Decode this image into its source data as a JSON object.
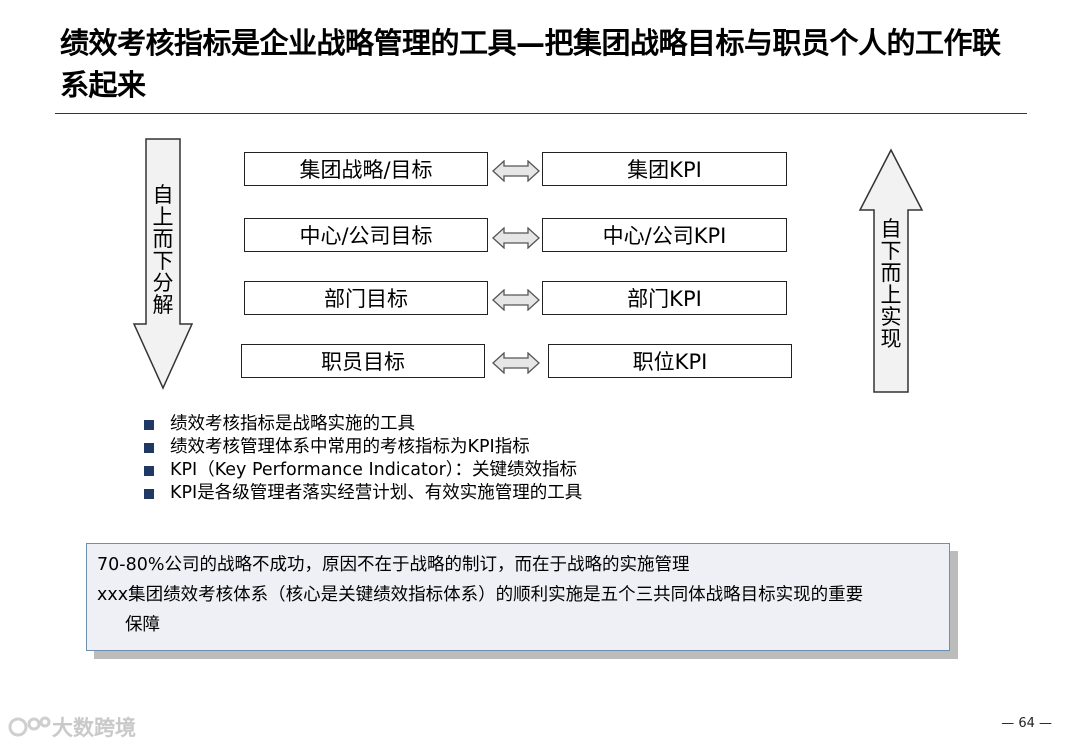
{
  "title": "绩效考核指标是企业战略管理的工具—把集团战略目标与职员个人的工作联系起来",
  "left_arrow_label": "自上而下分解",
  "right_arrow_label": "自下而上实现",
  "rows": [
    {
      "left": "集团战略/目标",
      "right": "集团KPI"
    },
    {
      "left": "中心/公司目标",
      "right": "中心/公司KPI"
    },
    {
      "left": "部门目标",
      "right": "部门KPI"
    },
    {
      "left": "职员目标",
      "right": "职位KPI"
    }
  ],
  "bullets": [
    "绩效考核指标是战略实施的工具",
    "绩效考核管理体系中常用的考核指标为KPI指标",
    "KPI（Key Performance Indicator）：关键绩效指标",
    "KPI是各级管理者落实经营计划、有效实施管理的工具"
  ],
  "note": {
    "line1": "70-80%公司的战略不成功，原因不在于战略的制订，而在于战略的实施管理",
    "line2": "xxx集团绩效考核体系（核心是关键绩效指标体系）的顺利实施是五个三共同体战略目标实现的重要",
    "line3": "保障"
  },
  "watermark": "大数跨境",
  "page_number": "— 64 —",
  "colors": {
    "accent": "#1f3864",
    "note_bg": "#eef0f5",
    "note_border": "#6d8fb0"
  }
}
